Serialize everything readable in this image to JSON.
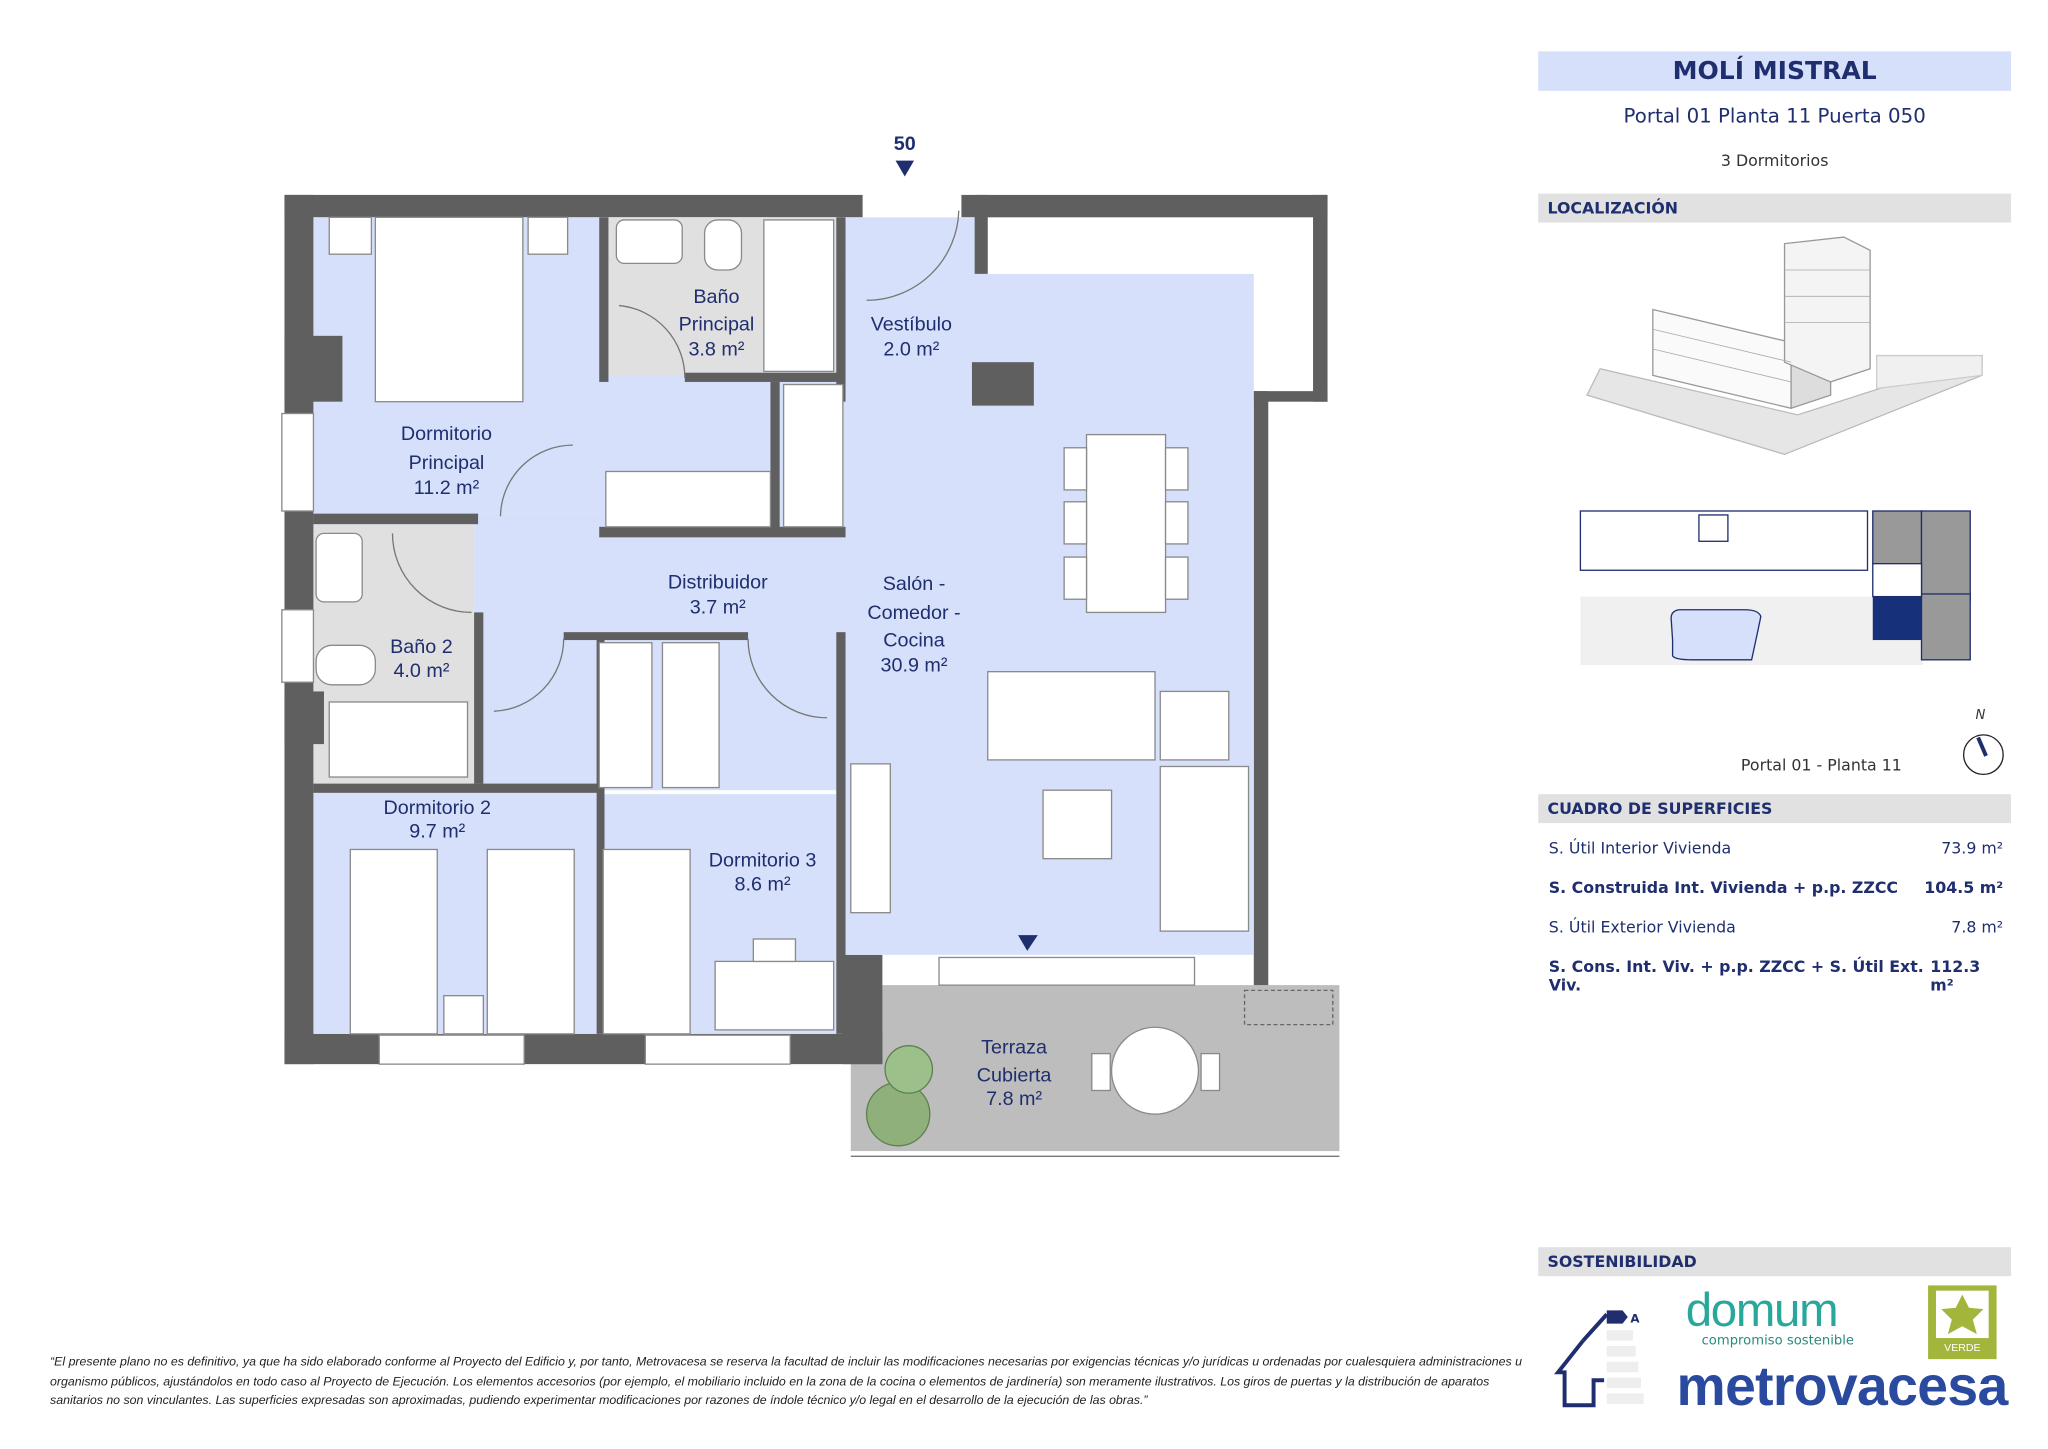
{
  "header": {
    "project": "MOLÍ MISTRAL",
    "unit": "Portal 01 Planta 11 Puerta 050",
    "bedrooms": "3 Dormitorios"
  },
  "location": {
    "section_title": "LOCALIZACIÓN",
    "floor_caption": "Portal 01 - Planta 11",
    "north_label": "N"
  },
  "plan": {
    "door_number": "50",
    "north_label": "N",
    "rooms": [
      {
        "name": "Dormitorio",
        "name2": "Principal",
        "area": "11.2 m²"
      },
      {
        "name": "Baño",
        "name2": "Principal",
        "area": "3.8 m²"
      },
      {
        "name": "Vestíbulo",
        "area": "2.0 m²"
      },
      {
        "name": "Distribuidor",
        "area": "3.7 m²"
      },
      {
        "name": "Salón -",
        "name2": "Comedor -",
        "name3": "Cocina",
        "area": "30.9 m²"
      },
      {
        "name": "Baño 2",
        "area": "4.0 m²"
      },
      {
        "name": "Dormitorio 2",
        "area": "9.7 m²"
      },
      {
        "name": "Dormitorio 3",
        "area": "8.6 m²"
      },
      {
        "name": "Terraza",
        "name2": "Cubierta",
        "area": "7.8 m²"
      }
    ]
  },
  "surfaces": {
    "section_title": "CUADRO DE SUPERFICIES",
    "rows": [
      {
        "label": "S. Útil Interior Vivienda",
        "value": "73.9 m²",
        "bold": false
      },
      {
        "label": "S. Construida Int. Vivienda + p.p. ZZCC",
        "value": "104.5 m²",
        "bold": true
      },
      {
        "label": "S. Útil Exterior Vivienda",
        "value": "7.8 m²",
        "bold": false
      },
      {
        "label": "S. Cons. Int. Viv. + p.p. ZZCC + S. Útil Ext. Viv.",
        "value": "112.3 m²",
        "bold": true
      }
    ]
  },
  "sustainability": {
    "section_title": "SOSTENIBILIDAD",
    "energy_class": "A",
    "domum": "domum",
    "domum_tagline": "compromiso sostenible",
    "verde": "VERDE",
    "brand": "metrovacesa"
  },
  "disclaimer": "“El presente plano no es definitivo, ya que ha sido elaborado conforme al Proyecto del Edificio y, por tanto, Metrovacesa se reserva la facultad de incluir las modificaciones necesarias por exigencias técnicas y/o jurídicas u ordenadas por cualesquiera administraciones u organismo públicos, ajustándolos en todo caso al Proyecto de Ejecución. Los elementos accesorios (por ejemplo, el mobiliario incluido en la zona de la cocina o elementos de jardinería) son meramente ilustrativos. Los giros de puertas y la distribución de aparatos sanitarios no son vinculantes. Las superficies expresadas son aproximadas, pudiendo experimentar modificaciones por razones de índole técnico y/o legal en el desarrollo de la ejecución de las obras.”",
  "colors": {
    "navy": "#1f2e6e",
    "room_fill": "#d6e0fb",
    "wall": "#5f5f5f",
    "bath_fill": "#e0e0e0",
    "terrace_fill": "#bdbdbd",
    "domum_teal": "#2aa79b",
    "verde_green": "#a3b53a",
    "brand_blue": "#2a4aa0"
  }
}
